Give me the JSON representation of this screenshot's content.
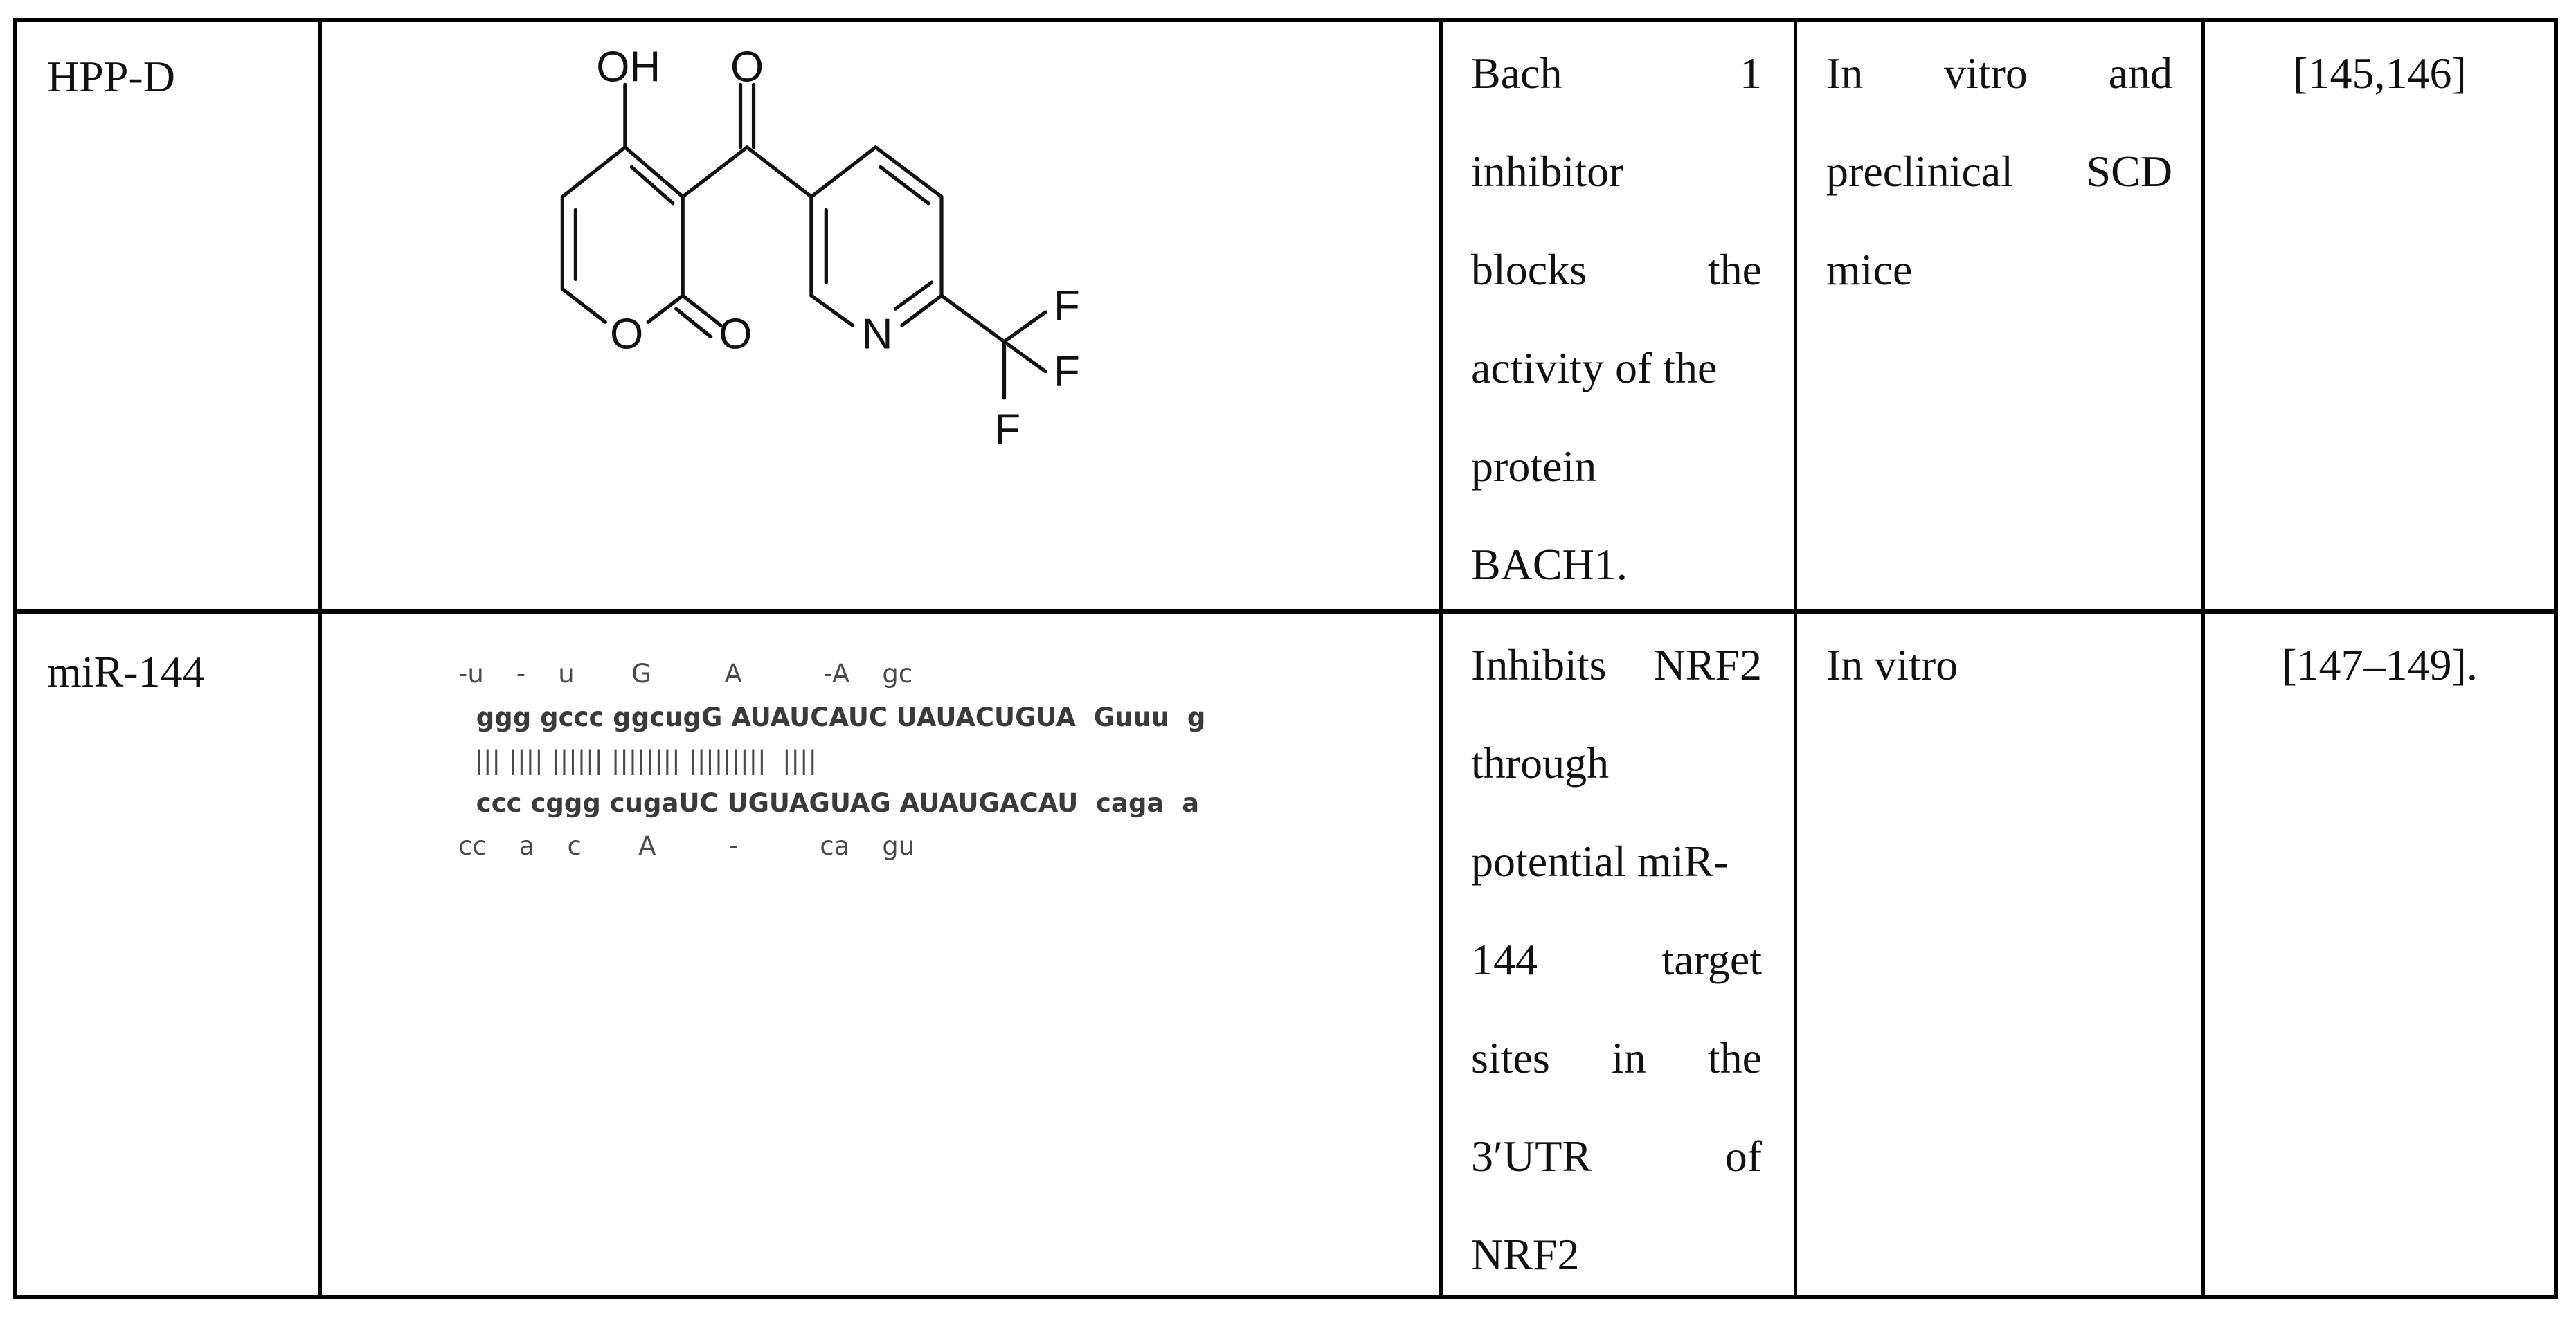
{
  "table": {
    "rows": [
      {
        "name": "HPP-D",
        "structure": {
          "type": "chemical-structure",
          "labels": {
            "oh": "OH",
            "o_carbonyl": "O",
            "o_ring": "O",
            "o_lactone": "O",
            "n": "N",
            "f1": "F",
            "f2": "F",
            "f3": "F"
          }
        },
        "mechanism_lines": [
          [
            "Bach",
            "1"
          ],
          [
            "inhibitor"
          ],
          [
            "blocks",
            "the"
          ],
          [
            "activity of the"
          ],
          [
            "protein"
          ],
          [
            "BACH1."
          ]
        ],
        "model_lines": [
          [
            "In",
            "vitro",
            "and"
          ],
          [
            "preclinical",
            "SCD"
          ],
          [
            "mice"
          ]
        ],
        "references": "[145,146]"
      },
      {
        "name": "miR-144",
        "structure": {
          "type": "mirna-hairpin",
          "lines": [
            "-u    -    u       G         A          -A    gc",
            "  ggg gccc ggcugG AUAUCAUC UAUACUGUA  Guuu  g",
            "  ||| |||| |||||| |||||||| |||||||||  ||||",
            "  ccc cggg cugaUC UGUAGUAG AUAUGACAU  caga  a",
            "cc    a    c       A         -          ca    gu"
          ]
        },
        "mechanism_lines": [
          [
            "Inhibits",
            "NRF2"
          ],
          [
            "through"
          ],
          [
            "potential miR-"
          ],
          [
            "144",
            "target"
          ],
          [
            "sites",
            "in",
            "the"
          ],
          [
            "3′UTR",
            "of"
          ],
          [
            "NRF2"
          ]
        ],
        "model_lines": [
          [
            "In vitro"
          ]
        ],
        "references": "[147–149]."
      }
    ]
  }
}
